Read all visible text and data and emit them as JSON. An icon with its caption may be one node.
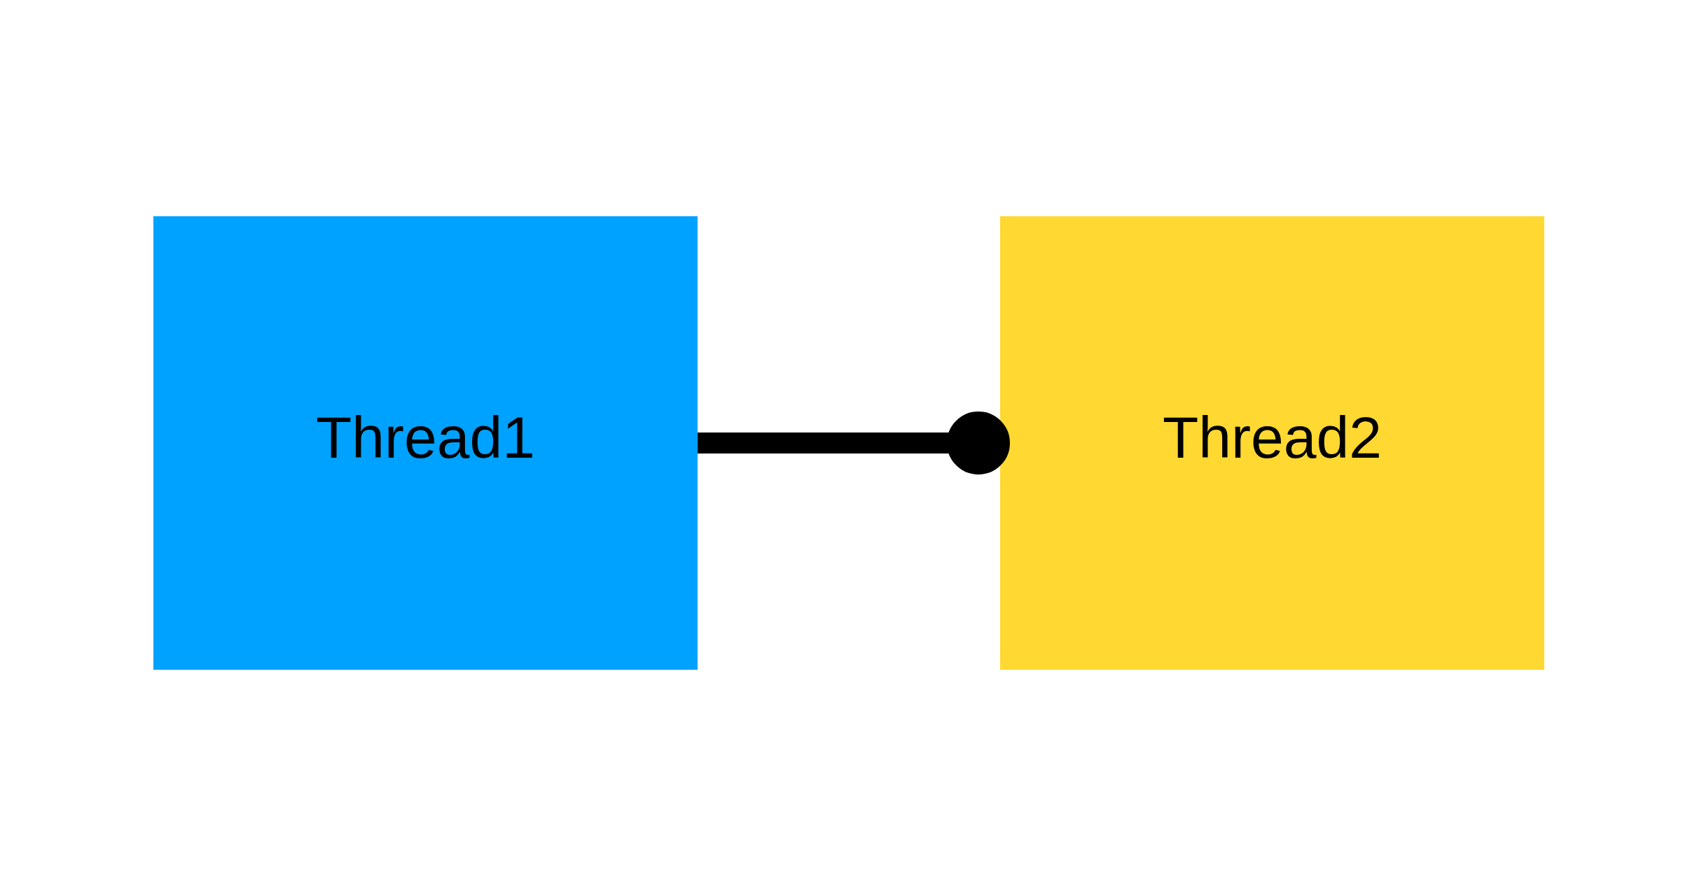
{
  "diagram": {
    "nodes": [
      {
        "text": [
          "Thread1"
        ]
      },
      {
        "text": [
          "Thread2"
        ]
      }
    ],
    "edges": [
      {
        "from": 0,
        "to": 1,
        "arrow": "other"
      }
    ]
  }
}
